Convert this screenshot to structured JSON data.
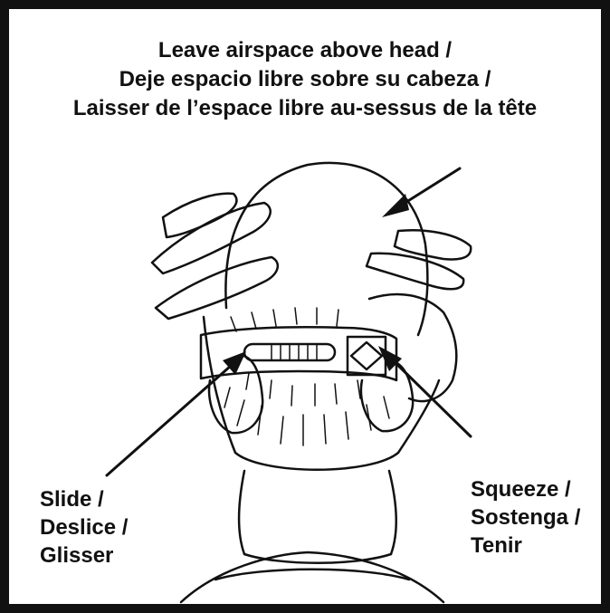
{
  "heading": {
    "line1": "Leave airspace above head /",
    "line2": "Deje espacio libre sobre su cabeza /",
    "line3": "Laisser de l’espace libre au-sessus de la tête"
  },
  "slide_label": {
    "line1": "Slide /",
    "line2": "Deslice /",
    "line3": "Glisser"
  },
  "squeeze_label": {
    "line1": "Squeeze /",
    "line2": "Sostenga /",
    "line3": "Tenir"
  },
  "colors": {
    "ink": "#111111",
    "paper": "#ffffff"
  }
}
